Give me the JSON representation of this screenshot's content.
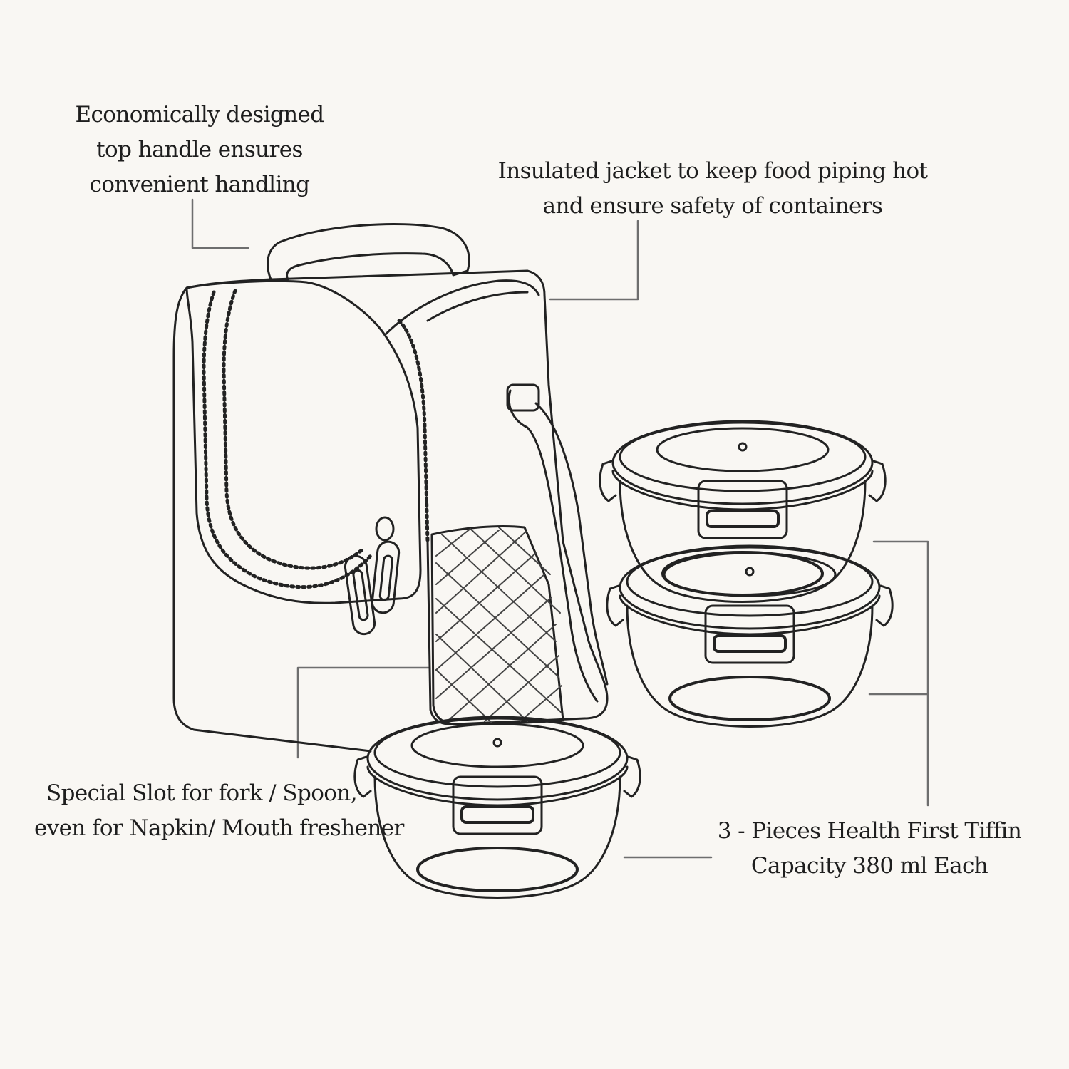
{
  "callouts": {
    "handle": [
      "Economically designed",
      "top handle ensures",
      "convenient handling"
    ],
    "jacket": [
      "Insulated jacket to keep food piping hot",
      "and ensure safety of containers"
    ],
    "slot": [
      "Special Slot for fork / Spoon,",
      "even for Napkin/ Mouth freshener"
    ],
    "tiffin": [
      "3 - Pieces Health First Tiffin",
      "Capacity  380 ml Each"
    ]
  },
  "colors": {
    "background": "#f9f7f3",
    "ink": "#1e1e1e",
    "leader": "#6e6e6e"
  }
}
